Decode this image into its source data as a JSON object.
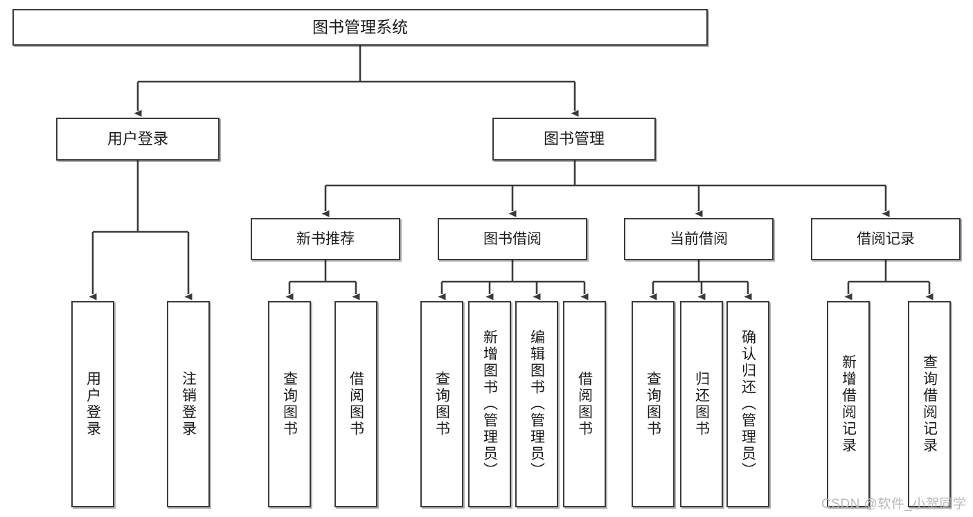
{
  "diagram": {
    "type": "tree",
    "title": "图书管理系统",
    "watermark": "CSDN @软件_小贺同学",
    "colors": {
      "box_border": "#3b3b3b",
      "box_fill": "#ffffff",
      "wire": "#3b3b3b",
      "text": "#1a1a1a",
      "watermark": "#b9b9b9"
    },
    "root": {
      "label": "图书管理系统"
    },
    "level2": [
      {
        "label": "用户登录"
      },
      {
        "label": "图书管理"
      }
    ],
    "level3": [
      {
        "label": "新书推荐"
      },
      {
        "label": "图书借阅"
      },
      {
        "label": "当前借阅"
      },
      {
        "label": "借阅记录"
      }
    ],
    "leaves": {
      "user_login": [
        {
          "label": "用户登录"
        },
        {
          "label": "注销登录"
        }
      ],
      "new_book_recommend": [
        {
          "label": "查询图书"
        },
        {
          "label": "借阅图书"
        }
      ],
      "book_borrow": [
        {
          "label": "查询图书"
        },
        {
          "label": "新增图书（管理员）"
        },
        {
          "label": "编辑图书（管理员）"
        },
        {
          "label": "借阅图书"
        }
      ],
      "current_borrow": [
        {
          "label": "查询图书"
        },
        {
          "label": "归还图书"
        },
        {
          "label": "确认归还（管理员）"
        }
      ],
      "borrow_record": [
        {
          "label": "新增借阅记录"
        },
        {
          "label": "查询借阅记录"
        }
      ]
    }
  }
}
